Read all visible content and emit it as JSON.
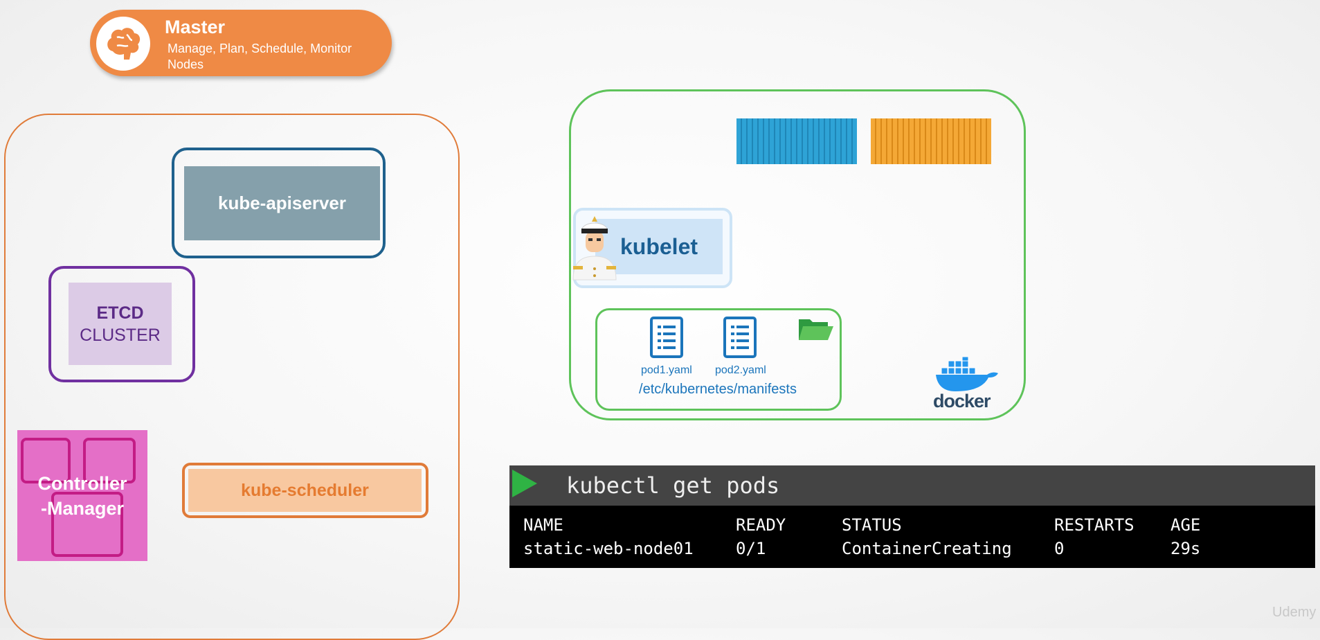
{
  "master": {
    "title": "Master",
    "subtitle": "Manage, Plan, Schedule, Monitor Nodes",
    "icon": "brain-icon",
    "color": "#ef8a45"
  },
  "components": {
    "apiserver": "kube-apiserver",
    "etcd_line1": "ETCD",
    "etcd_line2": "CLUSTER",
    "controller_line1": "Controller",
    "controller_line2": "-Manager",
    "scheduler": "kube-scheduler"
  },
  "worker": {
    "kubelet": "kubelet",
    "pod1": "pod1.yaml",
    "pod2": "pod2.yaml",
    "manifests_path": "/etc/kubernetes/manifests",
    "docker": "docker"
  },
  "terminal": {
    "command": "kubectl get pods",
    "headers": [
      "NAME",
      "READY",
      "STATUS",
      "RESTARTS",
      "AGE"
    ],
    "rows": [
      [
        "static-web-node01",
        "0/1",
        "ContainerCreating",
        "0",
        "29s"
      ]
    ]
  },
  "watermark": "Udemy",
  "colors": {
    "master_border": "#e07b39",
    "apiserver": "#1f618d",
    "etcd": "#7030a0",
    "controller": "#e46fc7",
    "worker_border": "#5ec35a",
    "kubelet": "#1b5f93"
  }
}
